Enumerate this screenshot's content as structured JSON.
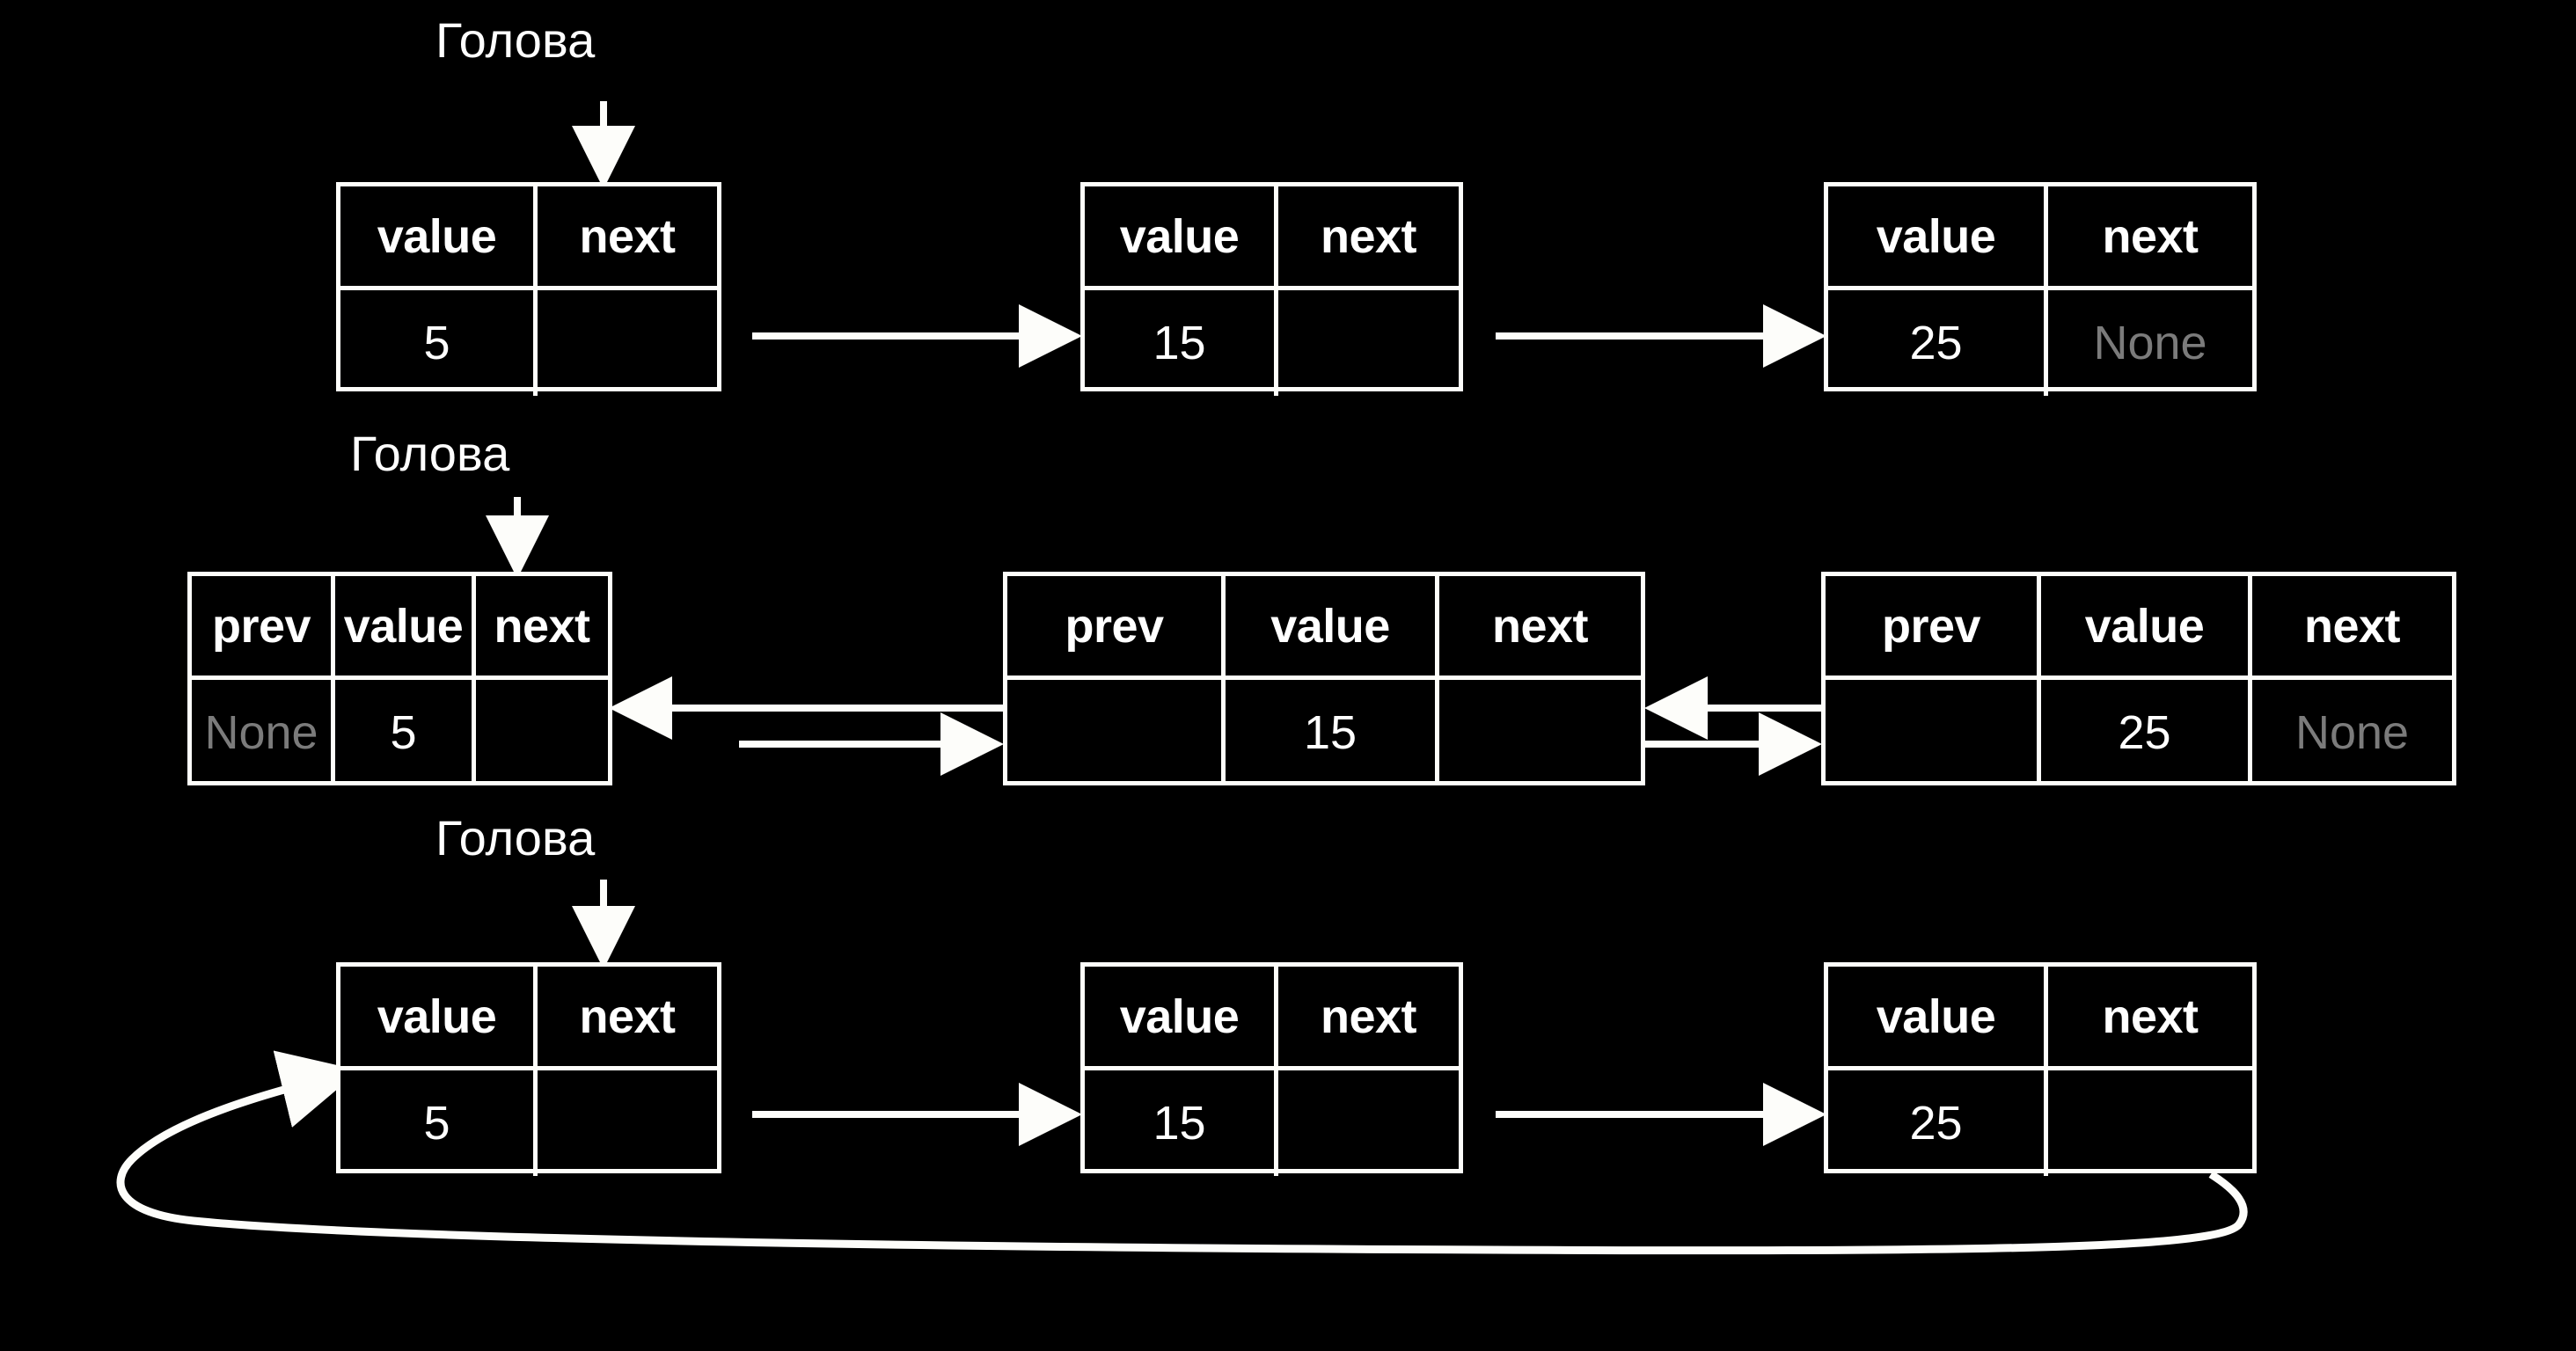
{
  "diagram": {
    "title_alt": "Linked list variants diagram",
    "background_color": "#000000",
    "stroke_color": "#fdfdfa",
    "text_color": "#ffffff",
    "none_color": "#7b7b7b"
  },
  "labels": {
    "head_1": "Голова",
    "head_2": "Голова",
    "head_3": "Голова"
  },
  "fields": {
    "prev": "prev",
    "value": "value",
    "next": "next"
  },
  "rows": [
    {
      "name": "singly-linked-list",
      "nodes": [
        {
          "headers": [
            "value",
            "next"
          ],
          "values": [
            "5",
            ""
          ]
        },
        {
          "headers": [
            "value",
            "next"
          ],
          "values": [
            "15",
            ""
          ]
        },
        {
          "headers": [
            "value",
            "next"
          ],
          "values": [
            "25",
            "None"
          ]
        }
      ]
    },
    {
      "name": "doubly-linked-list",
      "nodes": [
        {
          "headers": [
            "prev",
            "value",
            "next"
          ],
          "values": [
            "None",
            "5",
            ""
          ]
        },
        {
          "headers": [
            "prev",
            "value",
            "next"
          ],
          "values": [
            "",
            "15",
            ""
          ]
        },
        {
          "headers": [
            "prev",
            "value",
            "next"
          ],
          "values": [
            "",
            "25",
            "None"
          ]
        }
      ]
    },
    {
      "name": "circular-linked-list",
      "nodes": [
        {
          "headers": [
            "value",
            "next"
          ],
          "values": [
            "5",
            ""
          ]
        },
        {
          "headers": [
            "value",
            "next"
          ],
          "values": [
            "15",
            ""
          ]
        },
        {
          "headers": [
            "value",
            "next"
          ],
          "values": [
            "25",
            ""
          ]
        }
      ]
    }
  ]
}
